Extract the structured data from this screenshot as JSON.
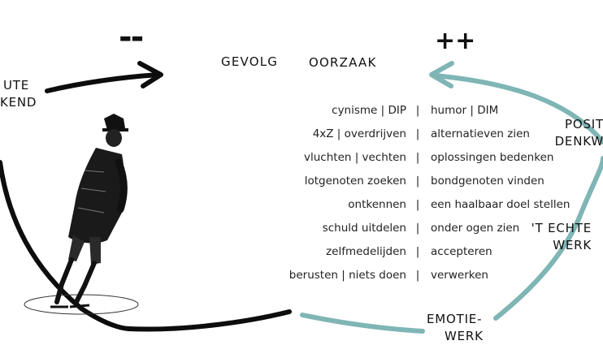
{
  "symbols": {
    "negative": "--",
    "positive": "++"
  },
  "headers": {
    "left": "GEVOLG",
    "right": "OORZAAK"
  },
  "side_labels": {
    "top_left_line1": "UTE",
    "top_left_line2": "KEND",
    "right_top_line1": "POSIT",
    "right_top_line2": "DENKW",
    "right_mid_line1": "'T ECHTE",
    "right_mid_line2": "WERK",
    "bottom_line1": "EMOTIE-",
    "bottom_line2": "WERK"
  },
  "separator": "|",
  "rows": [
    {
      "left": "cynisme | DIP",
      "right": "humor | DIM"
    },
    {
      "left": "4xZ | overdrijven",
      "right": "alternatieven zien"
    },
    {
      "left": "vluchten | vechten",
      "right": "oplossingen bedenken"
    },
    {
      "left": "lotgenoten zoeken",
      "right": "bondgenoten vinden"
    },
    {
      "left": "ontkennen",
      "right": "een haalbaar doel stellen"
    },
    {
      "left": "schuld uitdelen",
      "right": "onder ogen zien"
    },
    {
      "left": "zelfmedelijden",
      "right": "accepteren"
    },
    {
      "left": "berusten | niets doen",
      "right": "verwerken"
    }
  ],
  "colors": {
    "negative_arrow": "#0d0d0d",
    "positive_arrow": "#7fb5b5",
    "text": "#1a1a1a"
  },
  "icons": [
    "skater-illustration",
    "black-arrow",
    "teal-arrow"
  ]
}
